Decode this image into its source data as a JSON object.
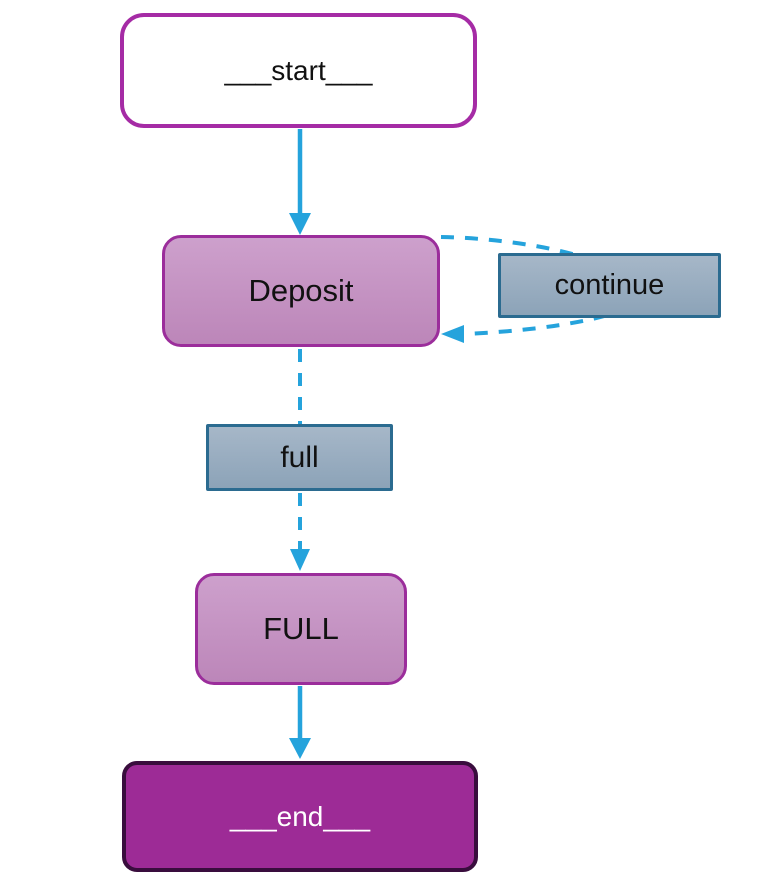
{
  "diagram": {
    "type": "flowchart-state-graph",
    "nodes": {
      "start": {
        "label": "___start___",
        "shape": "rounded-rect",
        "fill": "white"
      },
      "deposit": {
        "label": "Deposit",
        "shape": "rounded-rect",
        "fill": "purple-gradient"
      },
      "full": {
        "label": "FULL",
        "shape": "rounded-rect",
        "fill": "purple-gradient"
      },
      "end": {
        "label": "___end___",
        "shape": "rounded-rect",
        "fill": "dark-magenta"
      }
    },
    "edge_labels": {
      "continue": {
        "label": "continue"
      },
      "full": {
        "label": "full"
      }
    },
    "edges": [
      {
        "from": "___start___",
        "to": "Deposit",
        "style": "solid",
        "label": ""
      },
      {
        "from": "Deposit",
        "to": "Deposit",
        "style": "dashed",
        "label": "continue"
      },
      {
        "from": "Deposit",
        "to": "FULL",
        "style": "dashed",
        "label": "full"
      },
      {
        "from": "FULL",
        "to": "___end___",
        "style": "solid",
        "label": ""
      }
    ],
    "colors": {
      "arrow_blue": "#25a3dc",
      "start_border": "#a52ba5",
      "node_border": "#9b2d9b",
      "node_fill_top": "#cda0cc",
      "node_fill_bottom": "#bc86b9",
      "label_fill_top": "#a6b7c8",
      "label_fill_bottom": "#8ca3b8",
      "label_border": "#2b6b90",
      "end_fill": "#9d2b96",
      "end_border": "#390d3d",
      "end_text": "#ffffff",
      "text_color": "#111111"
    }
  }
}
